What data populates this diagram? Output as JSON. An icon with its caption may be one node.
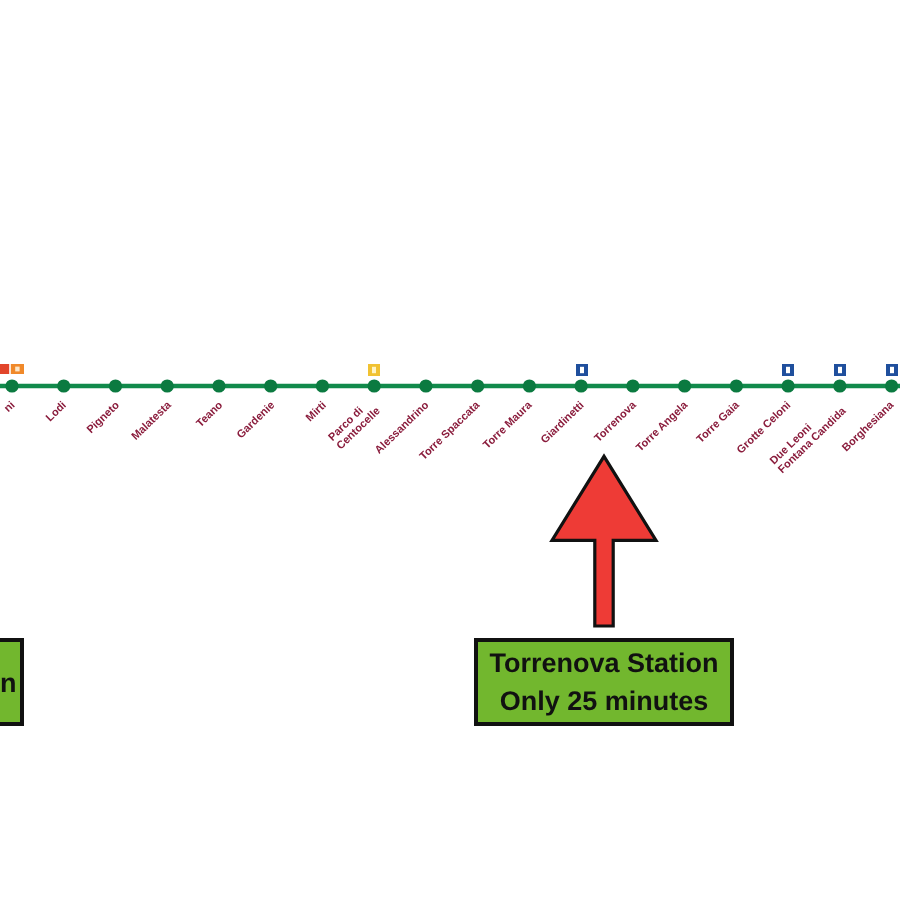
{
  "diagram": {
    "nodes": [
      {
        "text": [
          "Torrenova"
        ]
      },
      {
        "text": [
          "n"
        ]
      },
      {
        "text": [
          "Torrenova Station",
          "Only 25 minutes"
        ]
      }
    ],
    "edges": [
      {
        "from": 2,
        "to": 0,
        "arrow": "to",
        "style": "thick",
        "color": "#ee3b36"
      }
    ],
    "labels": [
      "ni",
      "Lodi",
      "Pigneto",
      "Malatesta",
      "Teano",
      "Gardenie",
      "Mirti",
      "Parco di Centocelle",
      "Alessandrino",
      "Torre Spaccata",
      "Torre Maura",
      "Giardinetti",
      "Torre Angela",
      "Torre Gaia",
      "Grotte Celoni",
      "Due Leoni Fontana Candida",
      "Borghesiana"
    ]
  }
}
